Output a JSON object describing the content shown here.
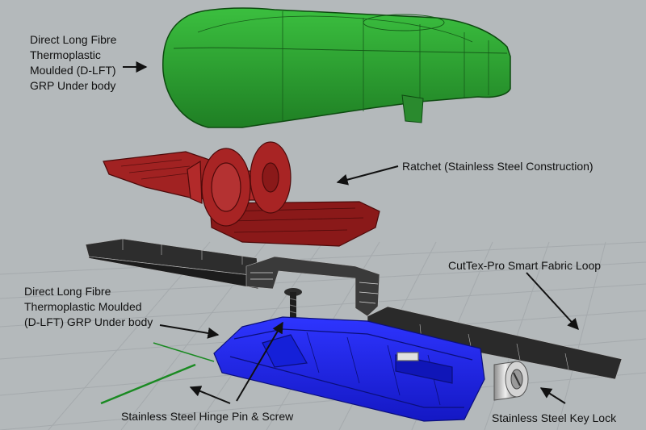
{
  "colors": {
    "background": "#b4b9bb",
    "green_part": "#2e9b32",
    "red_part": "#9e1c1c",
    "blue_part": "#1a22e6",
    "strap": "#2b2b2b",
    "metal": "#c9c9c9",
    "arrow": "#111111",
    "grid": "#a5aaad"
  },
  "labels": {
    "upper_body": "Direct Long Fibre\nThermoplastic\nMoulded (D-LFT)\nGRP Under body",
    "ratchet": "Ratchet (Stainless Steel Construction)",
    "fabric_loop": "CutTex-Pro Smart Fabric Loop",
    "lower_body": "Direct Long Fibre\nThermoplastic Moulded\n(D-LFT) GRP Under body",
    "hinge_pin": "Stainless Steel Hinge Pin & Screw",
    "key_lock": "Stainless Steel Key Lock"
  },
  "parts": [
    {
      "id": "upper-body",
      "color": "green"
    },
    {
      "id": "ratchet",
      "color": "red"
    },
    {
      "id": "fabric-loop",
      "color": "black"
    },
    {
      "id": "hinge-pin",
      "color": "black"
    },
    {
      "id": "lower-body",
      "color": "blue"
    },
    {
      "id": "key-lock",
      "color": "silver"
    }
  ]
}
